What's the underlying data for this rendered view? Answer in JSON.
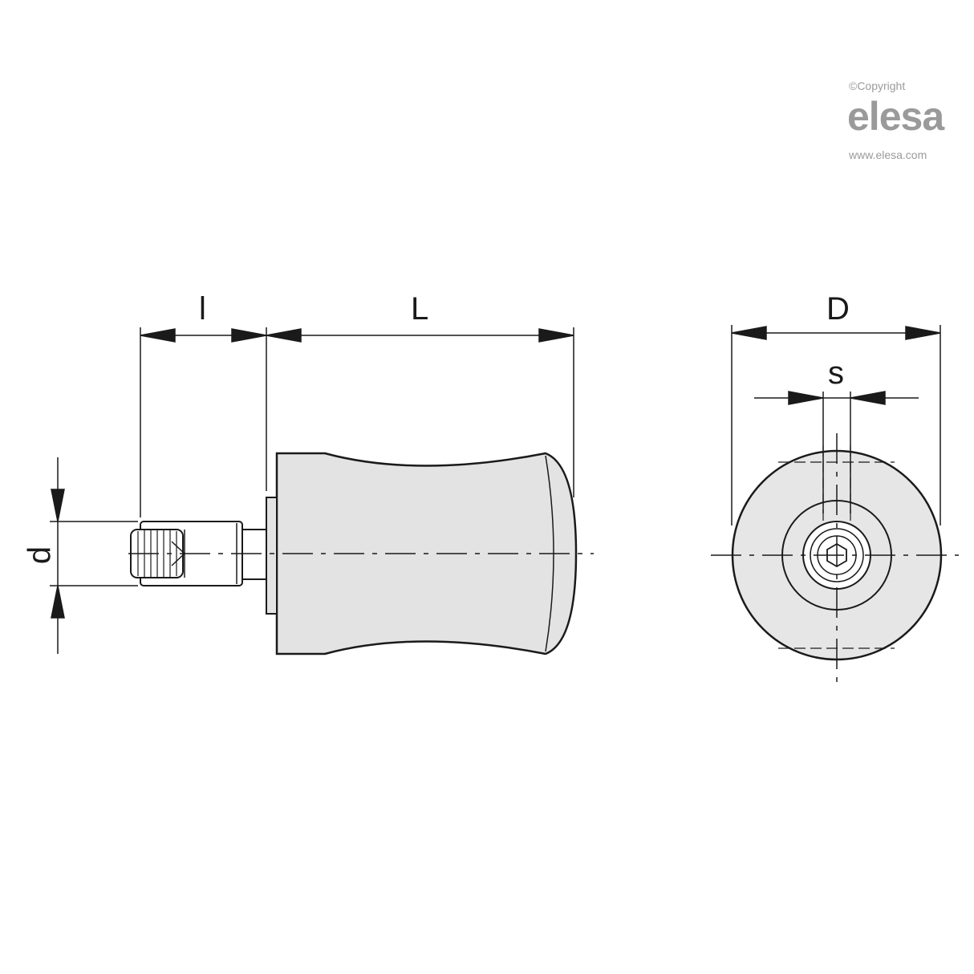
{
  "watermark": {
    "copyright": "©Copyright",
    "brand": "elesa",
    "url": "www.elesa.com"
  },
  "labels": {
    "l": "l",
    "L": "L",
    "d": "d",
    "D": "D",
    "s": "s"
  },
  "colors": {
    "line": "#1a1a1a",
    "body_fill": "#e3e3e3",
    "face_fill": "#e6e6e6",
    "watermark": "#9a9a9a"
  }
}
